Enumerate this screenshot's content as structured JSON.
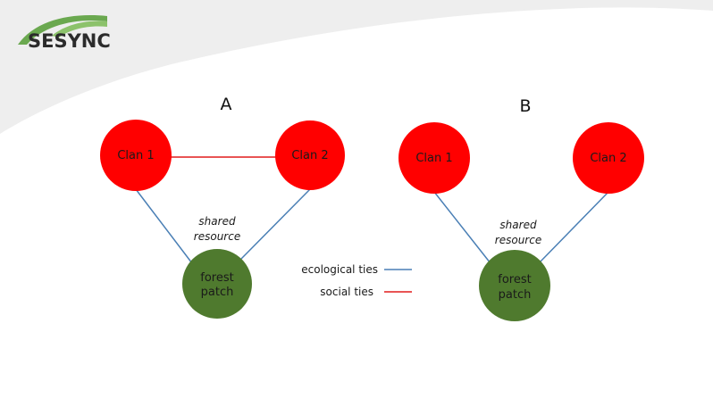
{
  "logo": {
    "text": "SESYNC",
    "color_green": "#6aa84f"
  },
  "colors": {
    "clan_fill": "#ff0000",
    "forest_fill": "#4f7a2e",
    "ecological_tie": "#4a7fb5",
    "social_tie": "#e21b1b",
    "background_swoosh": "#eeeeee"
  },
  "panels": [
    {
      "label": "A",
      "clans": [
        "Clan 1",
        "Clan 2"
      ],
      "annotation_line1": "shared",
      "annotation_line2": "resource",
      "resource_line1": "forest",
      "resource_line2": "patch",
      "has_social_tie": true
    },
    {
      "label": "B",
      "clans": [
        "Clan 1",
        "Clan 2"
      ],
      "annotation_line1": "shared",
      "annotation_line2": "resource",
      "resource_line1": "forest",
      "resource_line2": "patch",
      "has_social_tie": false
    }
  ],
  "legend": {
    "ecological": "ecological ties",
    "social": "social ties"
  }
}
